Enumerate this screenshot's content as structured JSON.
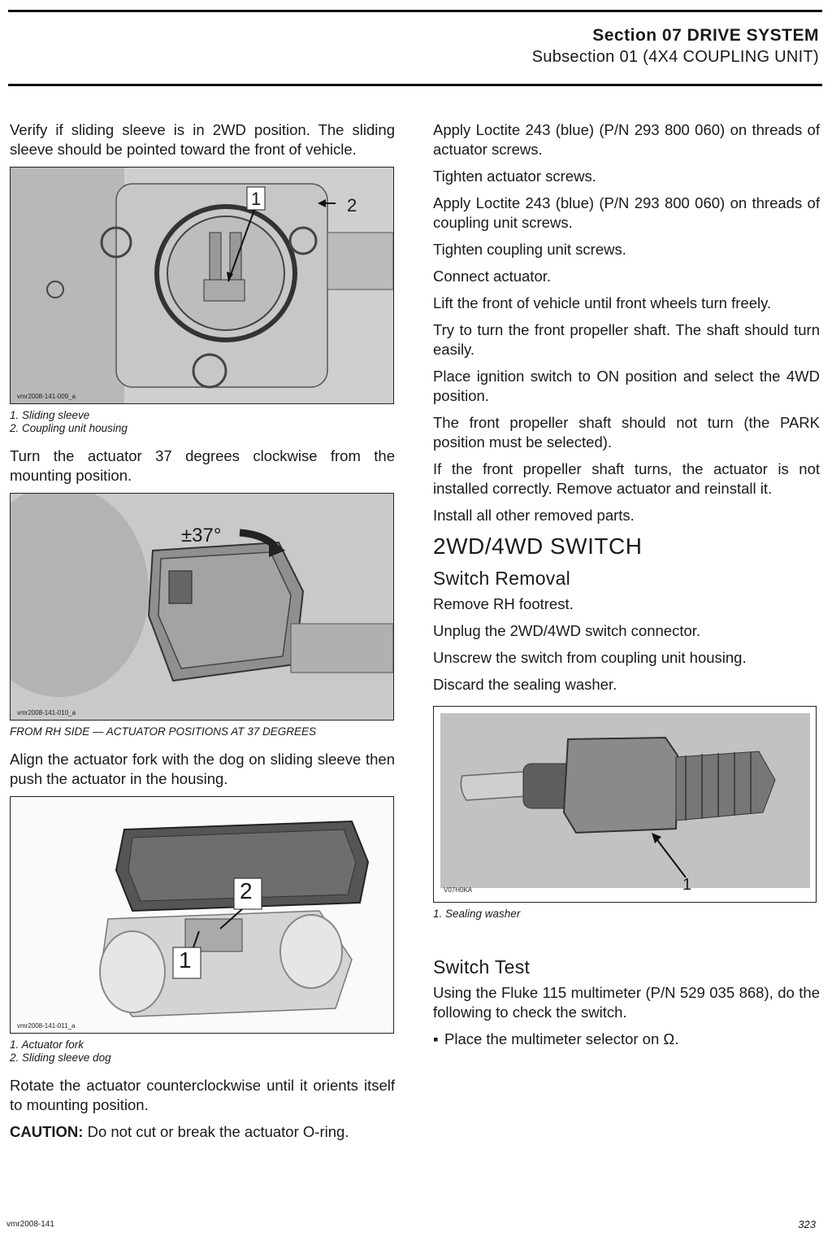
{
  "header": {
    "section": "Section 07 DRIVE SYSTEM",
    "subsection": "Subsection 01 (4X4 COUPLING UNIT)"
  },
  "left": {
    "p1": "Verify if sliding sleeve is in 2WD position. The sliding sleeve should be pointed toward the front of vehicle.",
    "fig1": {
      "code": "vmr2008-141-009_a",
      "callouts": [
        "1",
        "2"
      ],
      "captions": [
        "1.  Sliding sleeve",
        "2.  Coupling unit housing"
      ]
    },
    "p2": "Turn the actuator 37 degrees clockwise from the mounting position.",
    "fig2": {
      "code": "vmr2008-141-010_a",
      "angle_label": "±37°",
      "caption": "FROM RH SIDE — ACTUATOR POSITIONS AT 37 DEGREES"
    },
    "p3": "Align the actuator fork with the dog on sliding sleeve then push the actuator in the housing.",
    "fig3": {
      "code": "vmr2008-141-011_a",
      "callouts": [
        "2",
        "1"
      ],
      "captions": [
        "1.  Actuator fork",
        "2.  Sliding sleeve dog"
      ]
    },
    "p4": "Rotate the actuator counterclockwise until it orients itself to mounting position.",
    "caution_label": "CAUTION:",
    "caution_text": " Do not cut or break the actuator O-ring."
  },
  "right": {
    "paras": [
      "Apply Loctite 243 (blue) (P/N 293 800 060) on threads of actuator screws.",
      "Tighten actuator screws.",
      "Apply Loctite 243 (blue) (P/N 293 800 060) on threads of coupling unit screws.",
      "Tighten coupling unit screws.",
      "Connect actuator.",
      "Lift the front of vehicle until front wheels turn freely.",
      "Try to turn the front propeller shaft. The shaft should turn easily.",
      "Place ignition switch to ON position and select the 4WD position.",
      "The front propeller shaft should not turn (the PARK position must be selected).",
      "If the front propeller shaft turns, the actuator is not installed correctly. Remove actuator and reinstall it.",
      "Install all other removed parts."
    ],
    "h2": "2WD/4WD SWITCH",
    "removal_title": "Switch Removal",
    "removal_steps": [
      "Remove RH footrest.",
      "Unplug the 2WD/4WD switch connector.",
      "Unscrew the switch from coupling unit housing.",
      "Discard the sealing washer."
    ],
    "fig4": {
      "code": "V07H0KA",
      "callout": "1",
      "caption": "1.  Sealing washer"
    },
    "test_title": "Switch Test",
    "test_intro": "Using the Fluke 115 multimeter (P/N 529 035 868), do the following to check the switch.",
    "bullet": "Place the multimeter selector on Ω."
  },
  "footer": {
    "code": "vmr2008-141",
    "page": "323"
  }
}
